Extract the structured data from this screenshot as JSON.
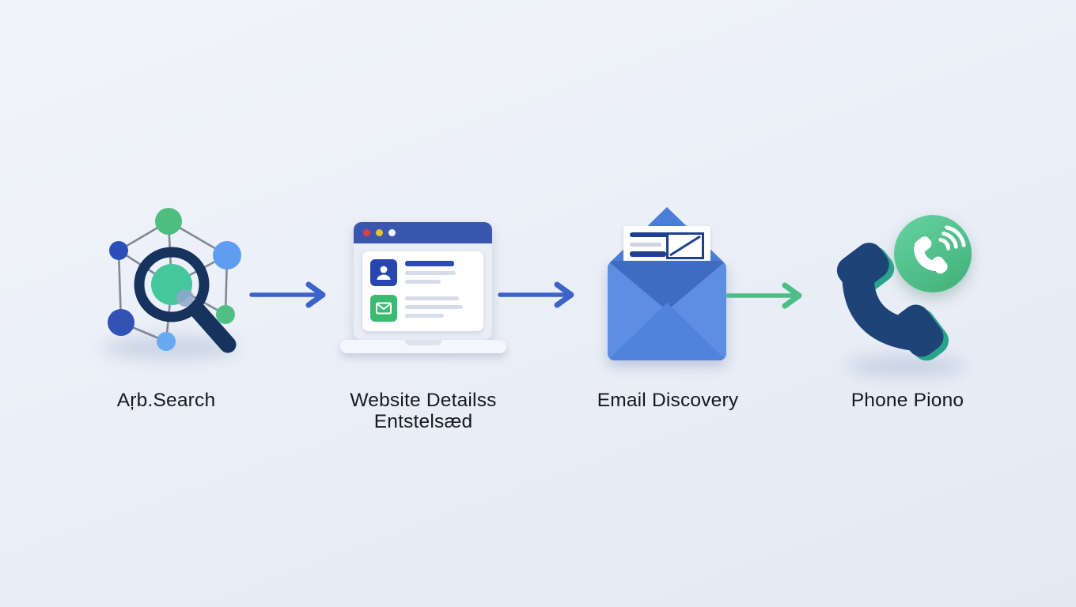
{
  "diagram": {
    "type": "process-flow",
    "direction": "left-to-right",
    "step_count": 4
  },
  "steps": [
    {
      "id": "network-search",
      "icon": "network-search-icon",
      "label": "Aŗb.Search"
    },
    {
      "id": "website-details",
      "icon": "website-browser-icon",
      "label": "Website Detailss",
      "label_line2": "Entstelsæd"
    },
    {
      "id": "email-discovery",
      "icon": "email-envelope-icon",
      "label": "Email Discovery"
    },
    {
      "id": "phone-call",
      "icon": "phone-call-icon",
      "label": "Phone Piono"
    }
  ],
  "arrows": [
    {
      "position": "between-step-1-and-2",
      "color": "#3d63c9"
    },
    {
      "position": "between-step-2-and-3",
      "color": "#3d63c9"
    },
    {
      "position": "between-step-3-and-4",
      "color": "#4ebc85"
    }
  ],
  "colors": {
    "background": "#ebeff7",
    "label_text": "#15181e",
    "navy": "#1d4377",
    "royal_blue": "#2b4fb8",
    "light_blue": "#5e9df1",
    "teal_green": "#45c79c",
    "green": "#4dbd80",
    "envelope_blue": "#5c8fe2",
    "browser_bar_blue": "#3a57b0",
    "arrow_blue": "#3d63c9",
    "arrow_green": "#4ebc85"
  }
}
